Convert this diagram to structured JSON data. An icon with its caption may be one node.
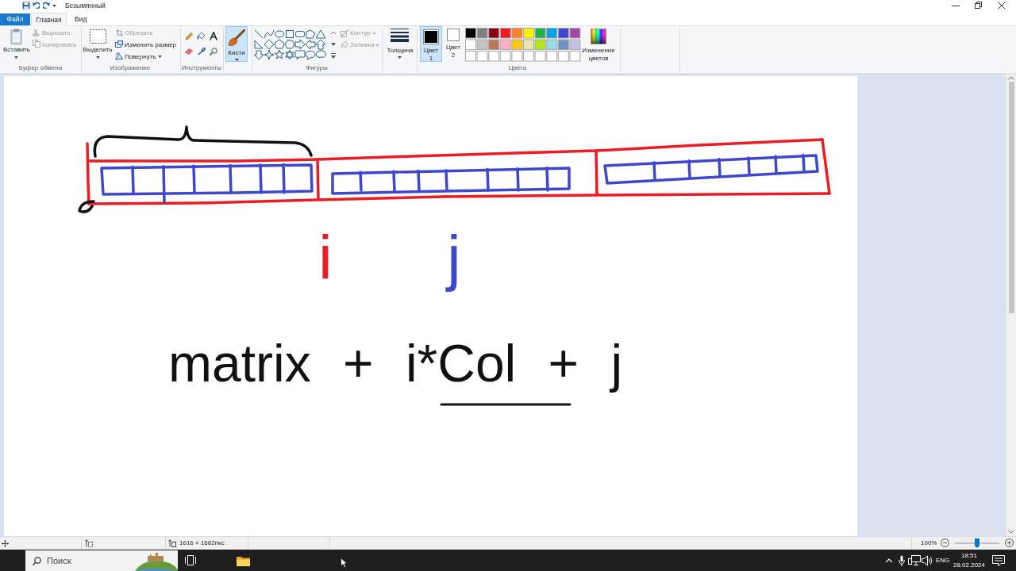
{
  "diagram": {
    "labels": [
      "Безымянный",
      "Файл",
      "Главная",
      "Вид",
      "Вставить",
      "Вырезать",
      "Копировать",
      "Буфер обмена",
      "Выделить",
      "Обрезать",
      "Изменить размер",
      "Повернуть",
      "Изображение",
      "Кисти",
      "Инструменты",
      "Контур",
      "Заливка",
      "Фигуры",
      "Толщина",
      "Цвет 1",
      "Цвет 2",
      "Изменение цветов",
      "Цвета",
      "i",
      "j",
      "matrix + i*Col + j",
      "1616 × 1682пкс",
      "100%",
      "Поиск",
      "ENG",
      "18:51",
      "28.02.2024"
    ]
  }
}
